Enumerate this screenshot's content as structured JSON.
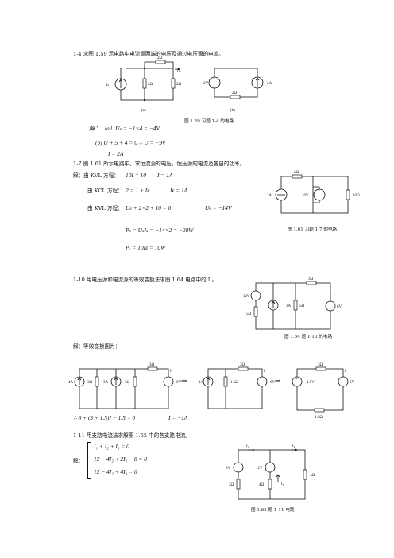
{
  "p14": {
    "title": "1-4   求图 1.59 示电路中电流源两端的电压及通过电压源的电流。",
    "fig_a_labels": {
      "r_top": "2Ω",
      "cur": "1A",
      "is": "Iₛ",
      "r_left": "2Ω",
      "r_right": "2Ω",
      "sub": "(a)"
    },
    "fig_b_labels": {
      "vs": "2V",
      "r": "2Ω",
      "cs": "2A",
      "sub": "(b)"
    },
    "caption": "图 1.59 习题 1-4 的电路",
    "sol_a": "解：（a）Uₛ = −1×4 = −4V",
    "sol_b": "(b)    U + 5 + 4 = 0 ∴ U = −9V",
    "sol_b2": "I = 2A"
  },
  "p17": {
    "title": "1-7   图 1.61 所示电路中，求恒流源的电压，恒压源的电流及各自的功率。",
    "kvl1_label": "解：由 KVL 方程：",
    "kvl1_eq": "10I = 10",
    "kvl1_res": "I = 1A",
    "kcl_label": "由 KCL 方程：",
    "kcl_eq": "2 = 1 + Iᴇ",
    "kcl_res": "Iᴇ = 1A",
    "kvl2_label": "由 KVL 方程：",
    "kvl2_eq": "Uₛ + 2×2 + 10 = 0",
    "kvl2_res": "Uₛ = −14V",
    "ps": "Pₛ = UₛIₛ = −14×2 = −28W",
    "pv": "Pᵥ = 10Iᴇ = 10W",
    "fig_labels": {
      "r_top": "2Ω",
      "cs": "2A",
      "vs": "10V",
      "r_right": "10Ω"
    },
    "caption": "图 1.61  习题 1-7 的电路"
  },
  "p110": {
    "title": "1-10  用电压源和电流源的等效变换法求图 1.64 电路中的 I 。",
    "fig_labels": {
      "r_top": "3Ω",
      "v12": "12V",
      "r5": "5Ω",
      "cs": "3A",
      "r_mid": "5Ω",
      "i": "I",
      "v6": "6V"
    },
    "caption": "图 1.64 题 1-10 的电路",
    "sol_label": "解：等效变换图为：",
    "eq1_labels": {
      "r_top": "3Ω",
      "cs4": "4A",
      "r3a": "3Ω",
      "cs3": "3A",
      "r3b": "3Ω",
      "i": "I",
      "v6": "6V"
    },
    "eq2_labels": {
      "r_top": "3Ω",
      "cs1": "1A",
      "r15": "1.5Ω",
      "i": "I",
      "v6": "6V"
    },
    "eq3_labels": {
      "r_top": "3Ω",
      "v15": "1.5V",
      "i": "I",
      "v6": "6V",
      "r_bot": "1.5Ω"
    },
    "arrow": "⇒",
    "result_eq": "∴ 6 + (3 + 1.5)I − 1.5 = 0",
    "result_i": "I = −1A"
  },
  "p111": {
    "title": "1-11  用支路电流法求解图 1.65 中的各支路电流。",
    "sol_label": "解：",
    "eqs": [
      "I₁ + I₂ + I₃ = 0",
      "12 − 4I₂ + 2I₁ − 8 = 0",
      "12 − 4I₂ + 4I₃ = 0"
    ],
    "fig_labels": {
      "i1": "I₁",
      "i2": "I₂",
      "v8": "8V",
      "v12": "12V",
      "r2": "2Ω",
      "r4a": "4Ω",
      "i3": "I₃",
      "r4b": "4Ω"
    },
    "caption": "图 1.65 题 1-11 电路"
  }
}
